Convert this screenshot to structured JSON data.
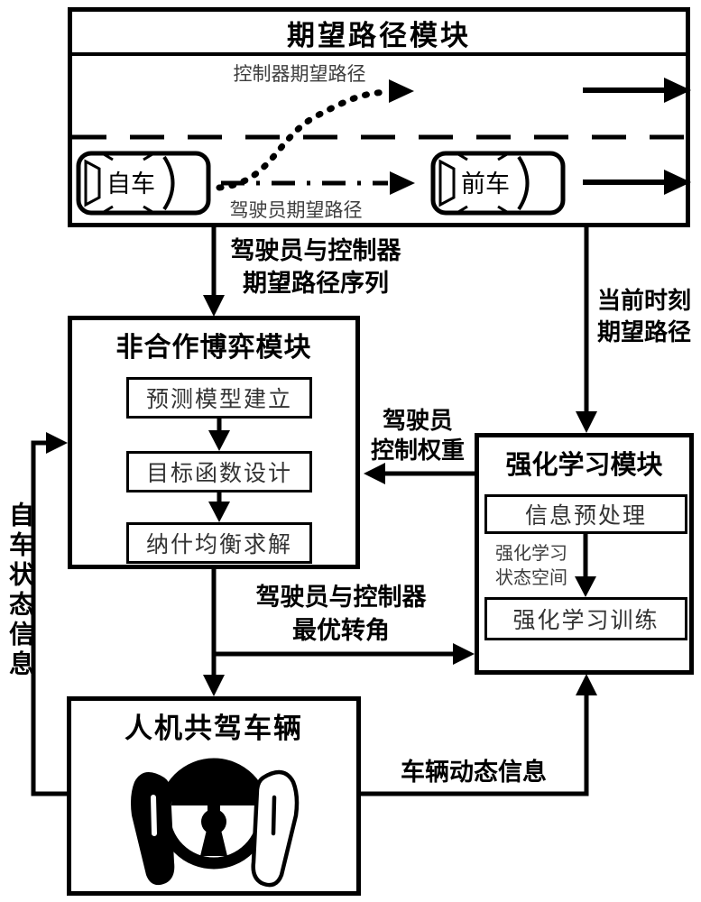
{
  "colors": {
    "line": "#000000",
    "background": "#ffffff",
    "muted_text": "#3d3d3d"
  },
  "desired_path_module": {
    "title": "期望路径模块",
    "controller_path_label": "控制器期望路径",
    "driver_path_label": "驾驶员期望路径",
    "ego_car": "自车",
    "lead_car": "前车"
  },
  "game_module": {
    "title": "非合作博弈模块",
    "steps": [
      "预测模型建立",
      "目标函数设计",
      "纳什均衡求解"
    ]
  },
  "rl_module": {
    "title": "强化学习模块",
    "preprocess_step": "信息预处理",
    "train_step": "强化学习训练",
    "state_space_label": {
      "line1": "强化学习",
      "line2": "状态空间"
    }
  },
  "vehicle_module": {
    "title": "人机共驾车辆",
    "icon": "steering-wheel-hands-icon"
  },
  "edges": {
    "path_sequence": {
      "line1": "驾驶员与控制器",
      "line2": "期望路径序列"
    },
    "current_path": {
      "line1": "当前时刻",
      "line2": "期望路径"
    },
    "driver_weight": {
      "line1": "驾驶员",
      "line2": "控制权重"
    },
    "optimal_angle": {
      "line1": "驾驶员与控制器",
      "line2": "最优转角"
    },
    "vehicle_dynamics": "车辆动态信息",
    "ego_state": "自车状态信息"
  }
}
